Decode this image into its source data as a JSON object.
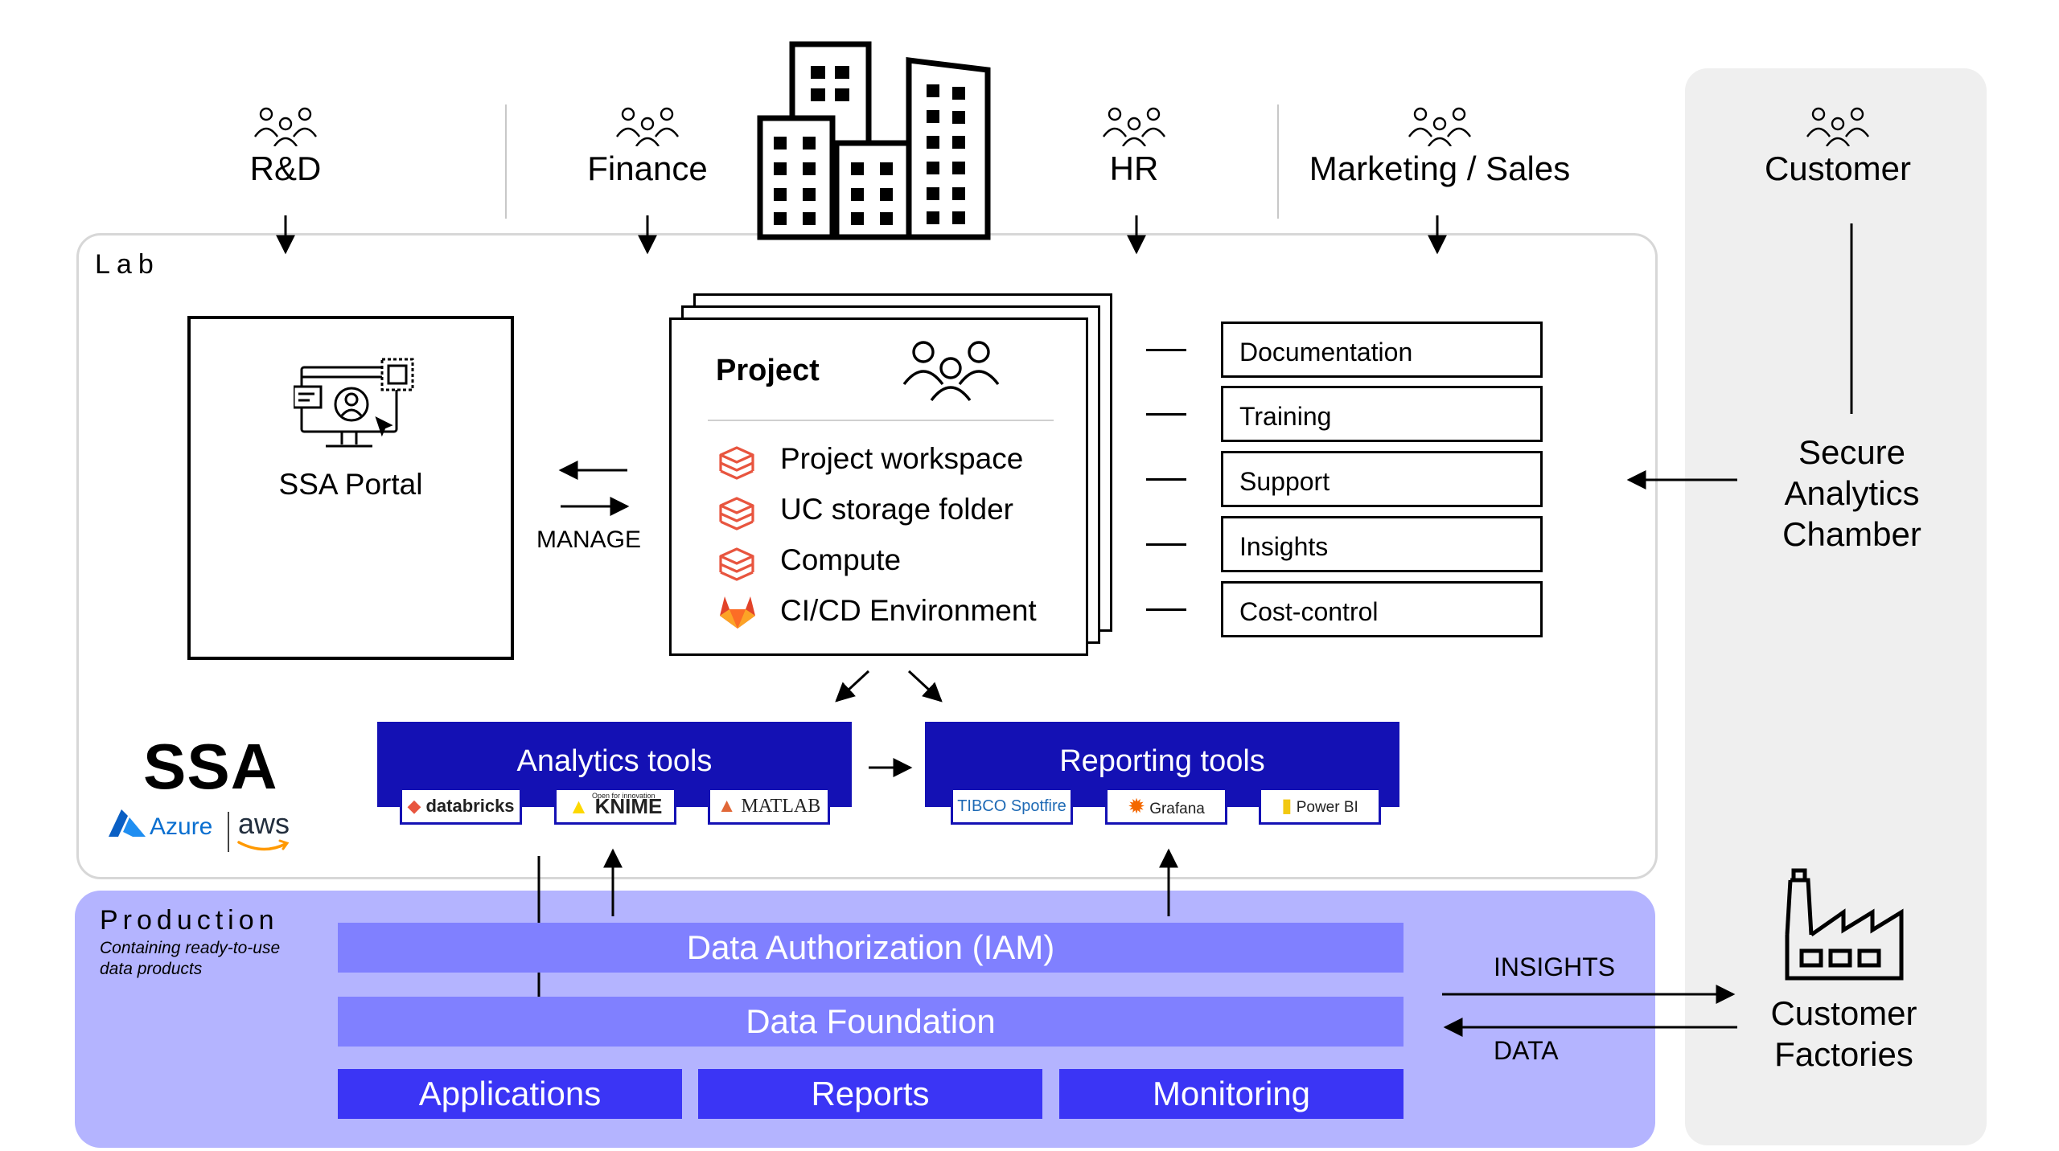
{
  "departments": [
    {
      "label": "R&D"
    },
    {
      "label": "Finance"
    },
    {
      "label": "HR"
    },
    {
      "label": "Marketing / Sales"
    }
  ],
  "customer": {
    "label": "Customer",
    "chamber": [
      "Secure",
      "Analytics",
      "Chamber"
    ],
    "factories": [
      "Customer",
      "Factories"
    ]
  },
  "lab": {
    "label": "Lab",
    "portal": {
      "label": "SSA Portal"
    },
    "manage_label": "MANAGE",
    "project": {
      "title": "Project",
      "items": [
        {
          "label": "Project workspace",
          "icon": "databricks-layers-icon"
        },
        {
          "label": "UC storage folder",
          "icon": "databricks-layers-icon"
        },
        {
          "label": "Compute",
          "icon": "databricks-layers-icon"
        },
        {
          "label": "CI/CD Environment",
          "icon": "gitlab-fox-icon"
        }
      ]
    },
    "services": [
      {
        "label": "Documentation"
      },
      {
        "label": "Training"
      },
      {
        "label": "Support"
      },
      {
        "label": "Insights"
      },
      {
        "label": "Cost-control"
      }
    ],
    "ssa": {
      "label": "SSA",
      "clouds": [
        "Azure",
        "aws"
      ]
    },
    "analytics_tools": {
      "label": "Analytics tools",
      "logos": [
        "databricks",
        "KNIME",
        "MATLAB"
      ],
      "knime_tagline": "Open for innovation"
    },
    "reporting_tools": {
      "label": "Reporting tools",
      "logos": [
        "TIBCO Spotfire",
        "Grafana",
        "Power BI"
      ]
    }
  },
  "production": {
    "label": "Production",
    "subtitle": [
      "Containing ready-to-use",
      "data products"
    ],
    "layers": [
      "Data Authorization (IAM)",
      "Data Foundation"
    ],
    "modules": [
      "Applications",
      "Reports",
      "Monitoring"
    ],
    "insights_label": "INSIGHTS",
    "data_label": "DATA"
  },
  "colors": {
    "tool_panel": "#1411b4",
    "production_bg": "#b4b4ff",
    "layer": "#8080ff",
    "module": "#3b35f5",
    "customer_panel": "#efefef",
    "databricks_red": "#e8553f"
  }
}
